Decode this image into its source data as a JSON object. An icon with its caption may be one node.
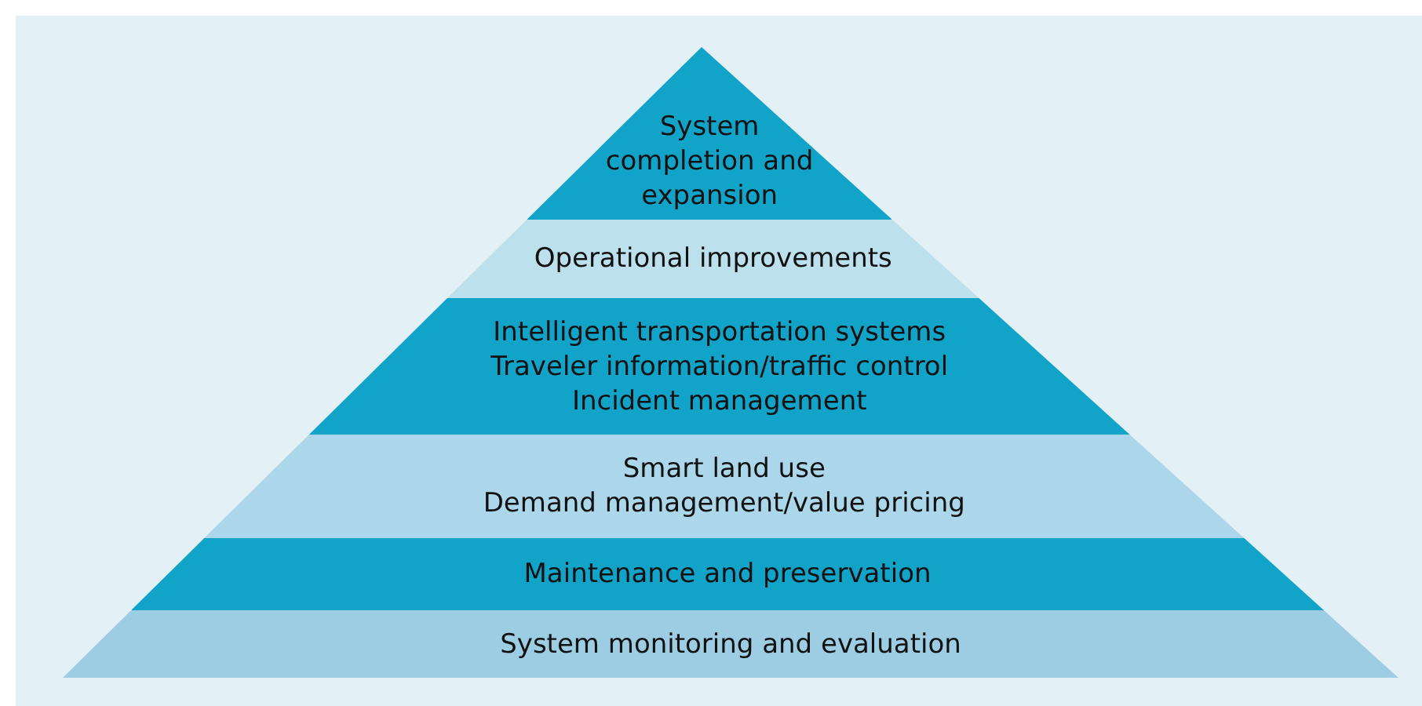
{
  "diagram": {
    "nodes": [
      {
        "text": [
          "System completion and expansion"
        ]
      },
      {
        "text": [
          "Operational improvements"
        ]
      },
      {
        "text": [
          "Intelligent transportation systems",
          "Traveler information/traffic control",
          "Incident management"
        ]
      },
      {
        "text": [
          "Smart land use",
          "Demand management/value pricing"
        ]
      },
      {
        "text": [
          "Maintenance and preservation"
        ]
      },
      {
        "text": [
          "System monitoring and evaluation"
        ]
      }
    ],
    "edges": []
  }
}
